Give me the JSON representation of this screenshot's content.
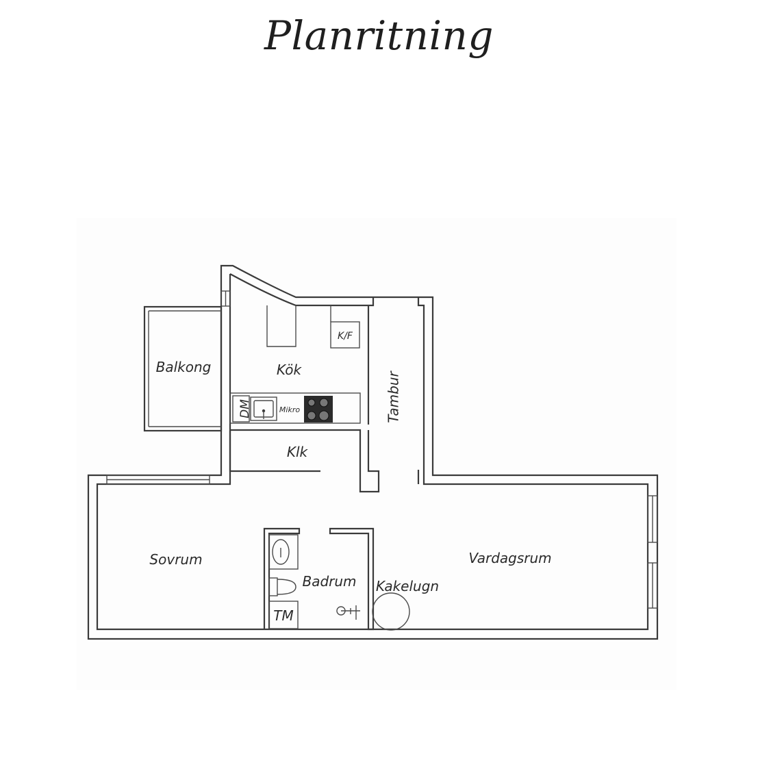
{
  "title": "Planritning",
  "rooms": {
    "balkong": "Balkong",
    "kok": "Kök",
    "kf": "K/F",
    "dm": "DM",
    "mikro": "Mikro",
    "klk": "Klk",
    "tambur": "Tambur",
    "sovrum": "Sovrum",
    "badrum": "Badrum",
    "tm": "TM",
    "kakelugn": "Kakelugn",
    "vardagsrum": "Vardagsrum"
  },
  "colors": {
    "wall": "#3a3a3a",
    "stove": "#2b2b2b"
  }
}
